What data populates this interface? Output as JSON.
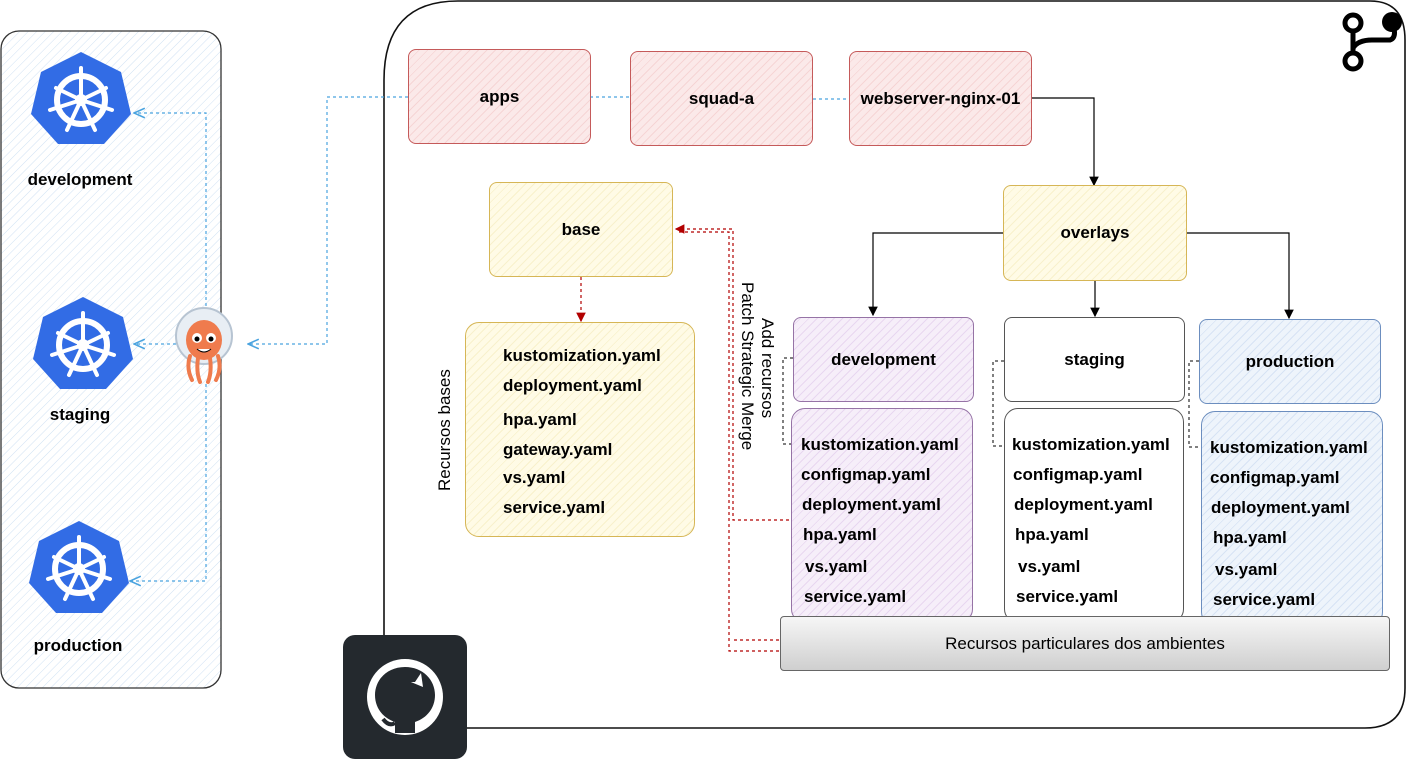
{
  "clusters": [
    {
      "label": "development"
    },
    {
      "label": "staging"
    },
    {
      "label": "production"
    }
  ],
  "path_nodes": {
    "apps": "apps",
    "squad": "squad-a",
    "app": "webserver-nginx-01"
  },
  "base": {
    "title": "base",
    "side_label": "Recursos bases",
    "files": [
      "kustomization.yaml",
      "deployment.yaml",
      "hpa.yaml",
      "gateway.yaml",
      "vs.yaml",
      "service.yaml"
    ]
  },
  "overlays": {
    "title": "overlays",
    "envs": [
      {
        "name": "development",
        "files": [
          "kustomization.yaml",
          "configmap.yaml",
          "deployment.yaml",
          "hpa.yaml",
          "vs.yaml",
          "service.yaml"
        ]
      },
      {
        "name": "staging",
        "files": [
          "kustomization.yaml",
          "configmap.yaml",
          "deployment.yaml",
          "hpa.yaml",
          "vs.yaml",
          "service.yaml"
        ]
      },
      {
        "name": "production",
        "files": [
          "kustomization.yaml",
          "configmap.yaml",
          "deployment.yaml",
          "hpa.yaml",
          "vs.yaml",
          "service.yaml"
        ]
      }
    ]
  },
  "annotations": {
    "add_recursos": "Add recursos",
    "patch": "Patch Strategic Merge"
  },
  "banner": "Recursos particulares dos ambientes",
  "icons": [
    "kubernetes-icon",
    "argo-octopus-icon",
    "git-branch-icon",
    "github-icon"
  ],
  "colors": {
    "red_border": "#c55a5a",
    "yellow_border": "#d6b656",
    "purple_border": "#9673a6",
    "blue_border": "#6c8ebf",
    "arrow_blue": "#4aa3df",
    "arrow_red": "#b20000",
    "k8s_blue": "#326ce5",
    "github_dark": "#24292e"
  }
}
